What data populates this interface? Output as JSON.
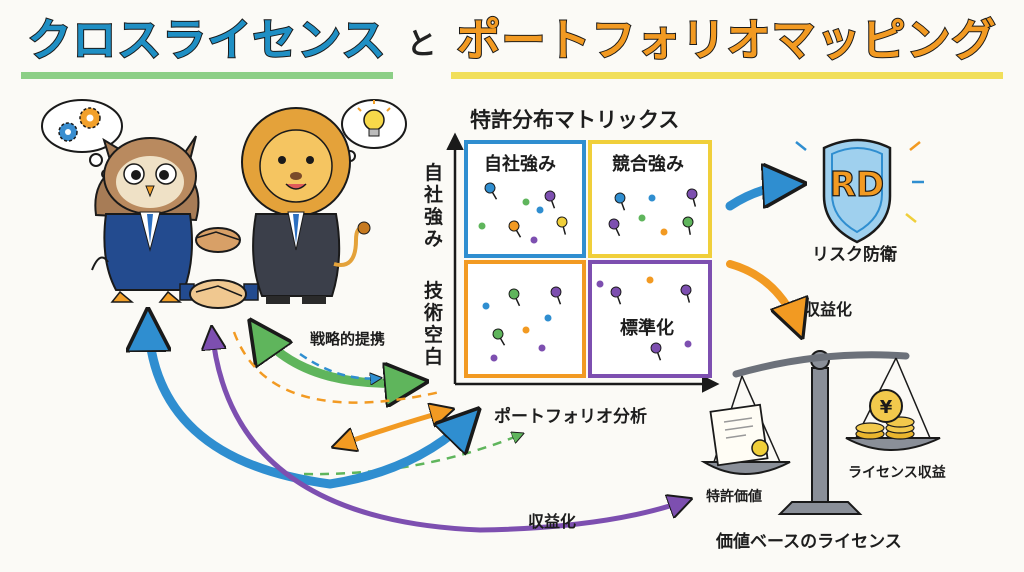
{
  "title": {
    "left": "クロスライセンス",
    "middle": "と",
    "right": "ポートフォリオマッピング"
  },
  "matrix": {
    "title": "特許分布マトリックス",
    "y_label_top": "自社強み",
    "y_label_bottom": "技術空白",
    "x_label": "ポートフォリオ分析",
    "quadrants": {
      "top_left": "自社強み",
      "top_right": "競合強み",
      "bottom_left": "",
      "bottom_right": "標準化"
    }
  },
  "shield": {
    "letters": "RD",
    "label": "リスク防衛"
  },
  "labels": {
    "income_right": "収益化",
    "strategic": "戦略的提携",
    "income_bottom": "収益化",
    "patent_value": "特許価値",
    "license_income": "ライセンス収益",
    "value_license": "価値ベースのライセンス"
  },
  "coin_symbol": "¥",
  "colors": {
    "blue": "#2f8ed0",
    "green": "#5fb55c",
    "orange": "#f29a22",
    "purple": "#7d4fb0",
    "yellow": "#f0cf3a",
    "shield": "#9fd0ee"
  }
}
